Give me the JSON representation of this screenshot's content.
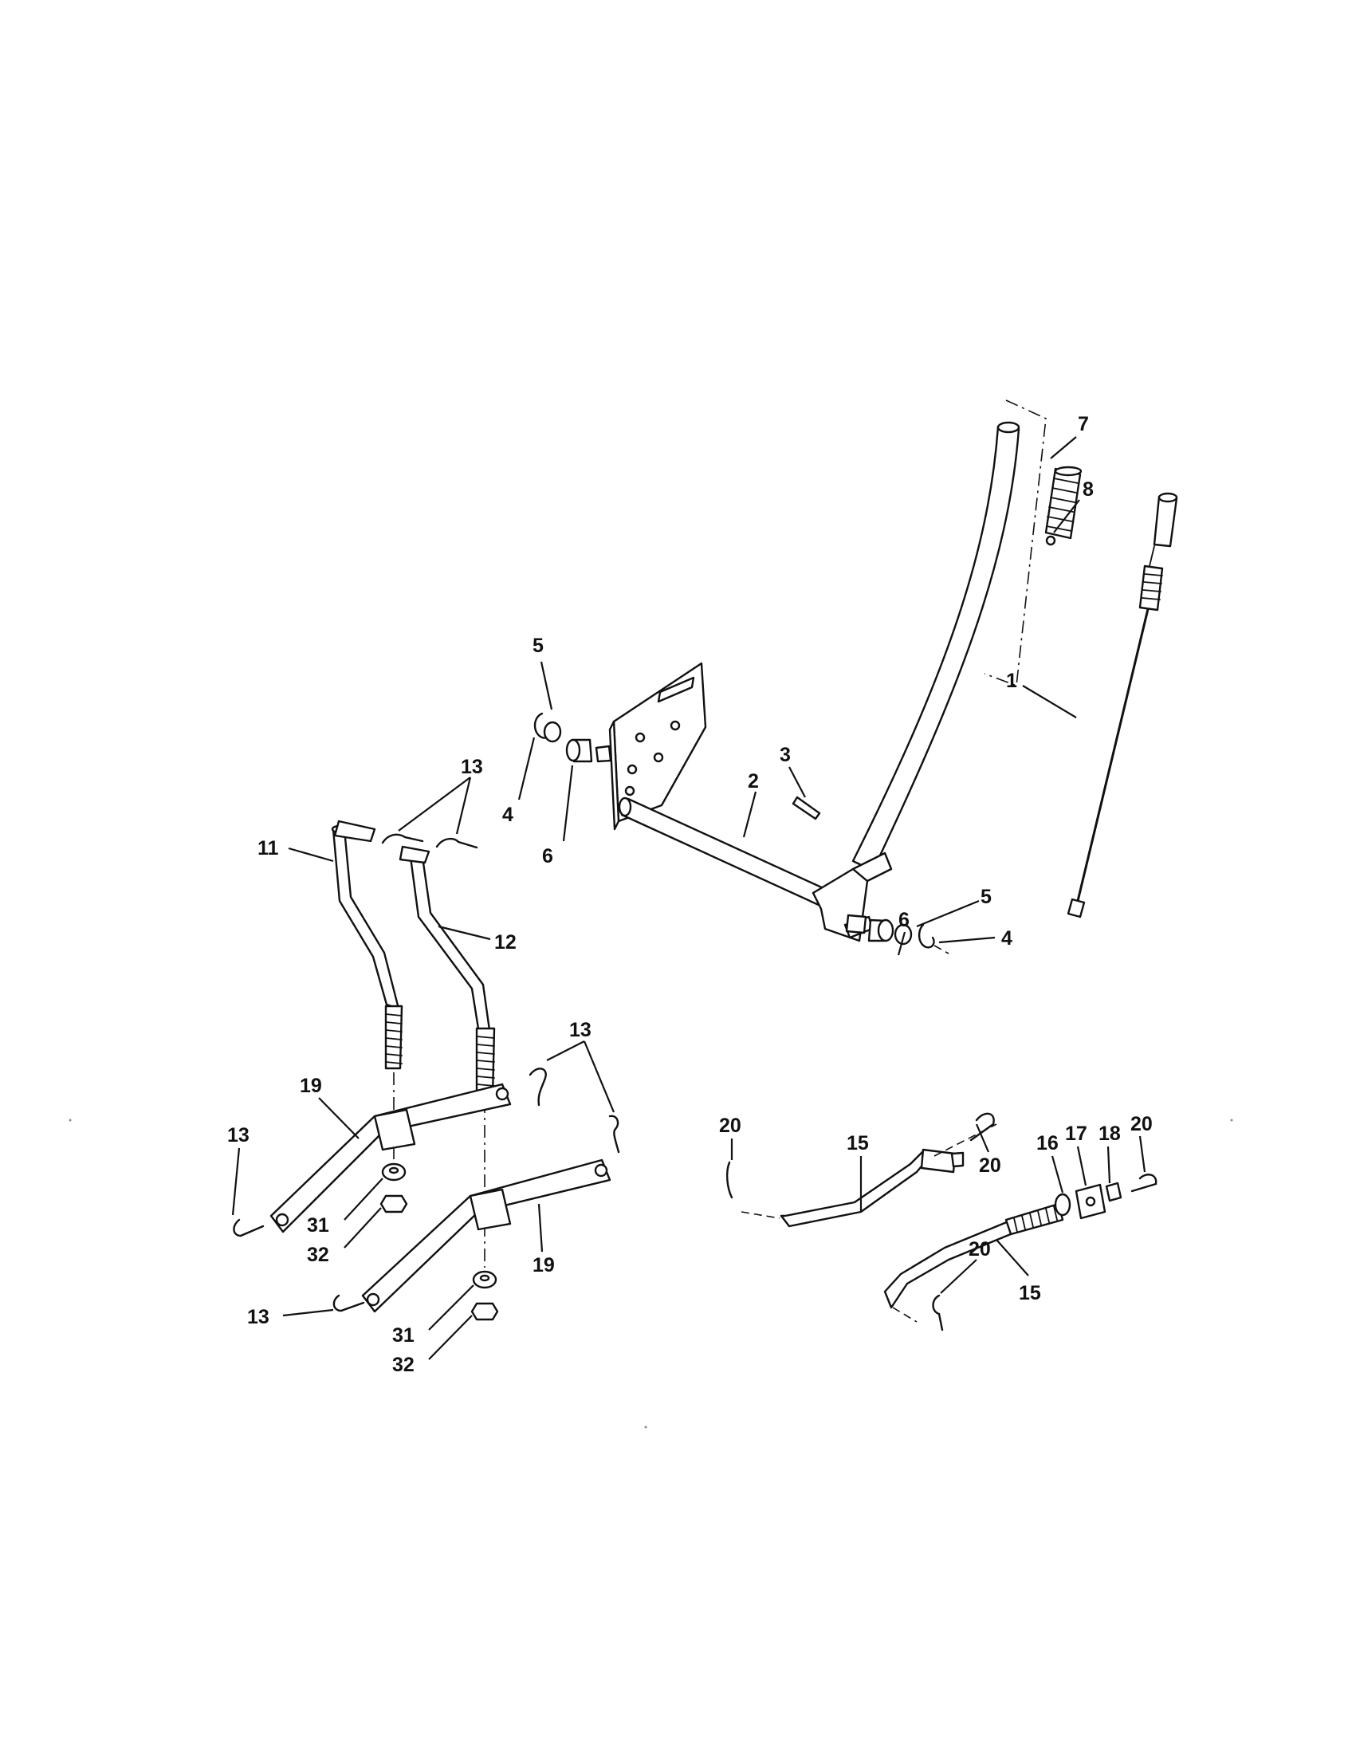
{
  "labels": {
    "l1": "1",
    "l2": "2",
    "l3": "3",
    "l4a": "4",
    "l4b": "4",
    "l5a": "5",
    "l5b": "5",
    "l6a": "6",
    "l6b": "6",
    "l7": "7",
    "l8": "8",
    "l11": "11",
    "l12": "12",
    "l13a": "13",
    "l13b": "13",
    "l13c": "13",
    "l13d": "13",
    "l15a": "15",
    "l15b": "15",
    "l16": "16",
    "l17": "17",
    "l18": "18",
    "l19a": "19",
    "l19b": "19",
    "l20a": "20",
    "l20b": "20",
    "l20c": "20",
    "l20d": "20",
    "l31a": "31",
    "l31b": "31",
    "l32a": "32",
    "l32b": "32"
  }
}
